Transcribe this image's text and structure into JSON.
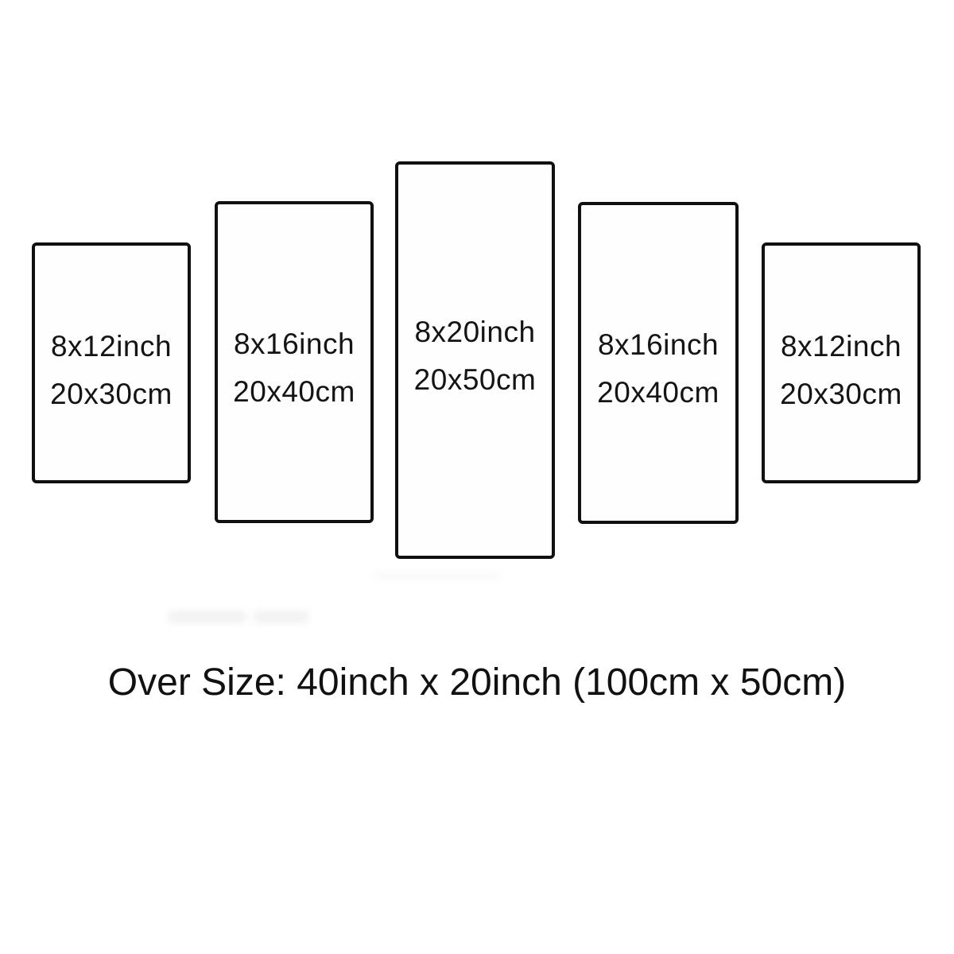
{
  "panels": [
    {
      "inch": "8x12inch",
      "cm": "20x30cm"
    },
    {
      "inch": "8x16inch",
      "cm": "20x40cm"
    },
    {
      "inch": "8x20inch",
      "cm": "20x50cm"
    },
    {
      "inch": "8x16inch",
      "cm": "20x40cm"
    },
    {
      "inch": "8x12inch",
      "cm": "20x30cm"
    }
  ],
  "caption": "Over Size: 40inch x 20inch (100cm x 50cm)",
  "colors": {
    "background": "#ffffff",
    "panel_border": "#101010",
    "text": "#141414"
  }
}
